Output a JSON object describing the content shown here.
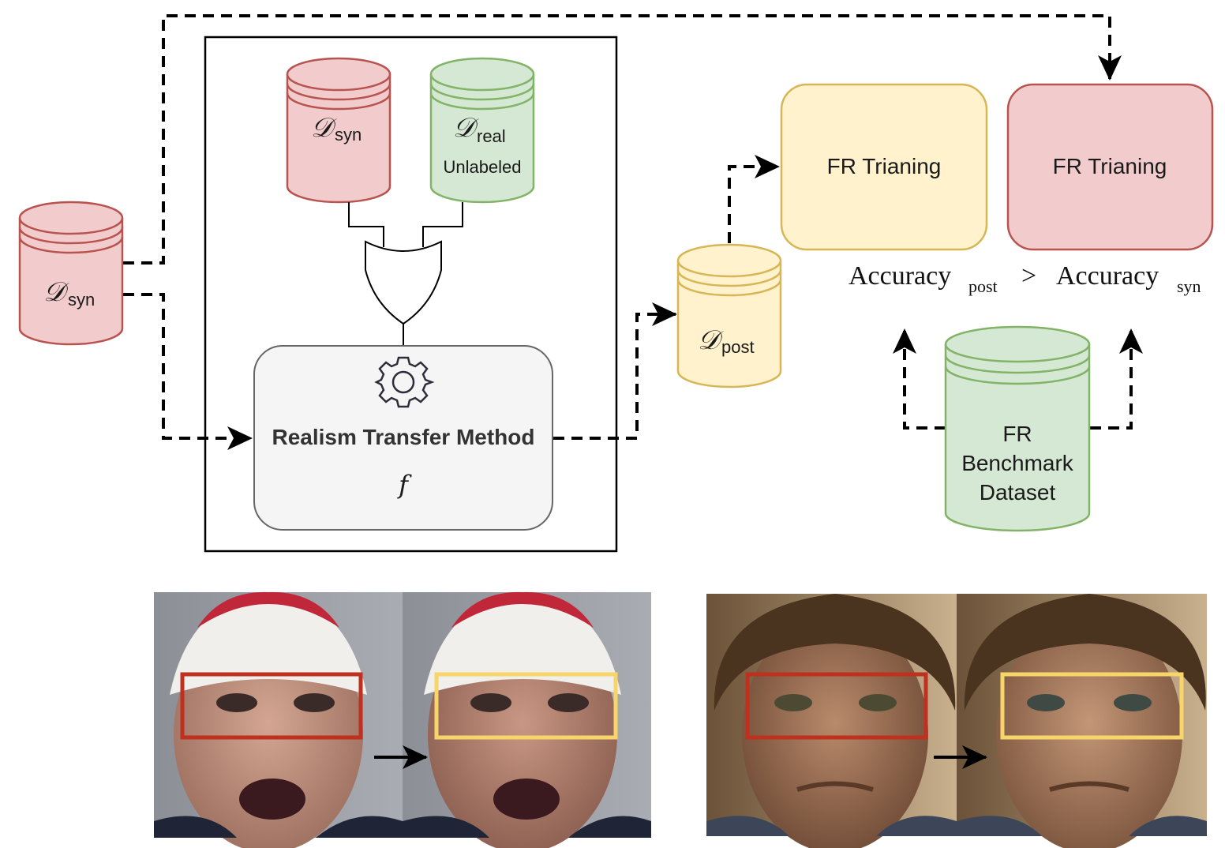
{
  "datasets": {
    "syn_left": {
      "symbol": "𝒟",
      "sub": "syn"
    },
    "syn_inner": {
      "symbol": "𝒟",
      "sub": "syn"
    },
    "real_inner": {
      "symbol": "𝒟",
      "sub": "real",
      "note": "Unlabeled"
    },
    "post": {
      "symbol": "𝒟",
      "sub": "post"
    },
    "benchmark": {
      "line1": "FR",
      "line2": "Benchmark",
      "line3": "Dataset"
    }
  },
  "method": {
    "title": "Realism Transfer Method",
    "symbol": "f"
  },
  "training": {
    "post_label": "FR Trianing",
    "syn_label": "FR Trianing"
  },
  "accuracy": {
    "left": "Accuracy",
    "left_sub": "post",
    "op": ">",
    "right": "Accuracy",
    "right_sub": "syn"
  },
  "colors": {
    "red_fill": "#f2cccc",
    "red_stroke": "#b85450",
    "green_fill": "#d5e8d4",
    "green_stroke": "#82b366",
    "yellow_fill": "#fff2cc",
    "yellow_stroke": "#d6b656",
    "gray_fill": "#f5f5f5",
    "gray_stroke": "#666666",
    "box_red": "#c0301f",
    "box_yellow": "#f7d56a"
  }
}
